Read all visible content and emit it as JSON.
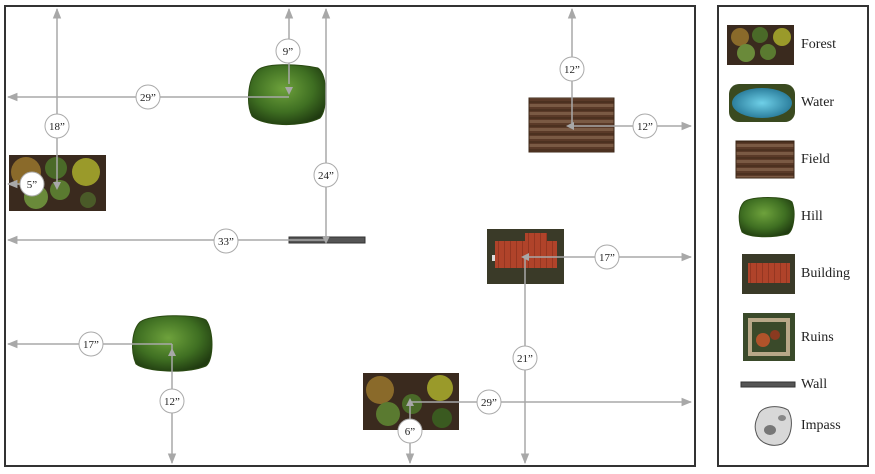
{
  "legend": {
    "items": [
      {
        "id": "forest",
        "label": "Forest",
        "icon": "forest-icon"
      },
      {
        "id": "water",
        "label": "Water",
        "icon": "water-icon"
      },
      {
        "id": "field",
        "label": "Field",
        "icon": "field-icon"
      },
      {
        "id": "hill",
        "label": "Hill",
        "icon": "hill-icon"
      },
      {
        "id": "building",
        "label": "Building",
        "icon": "building-icon"
      },
      {
        "id": "ruins",
        "label": "Ruins",
        "icon": "ruins-icon"
      },
      {
        "id": "wall",
        "label": "Wall",
        "icon": "wall-icon"
      },
      {
        "id": "impass",
        "label": "Impass",
        "icon": "impassable-rock-icon"
      }
    ]
  },
  "measurements": {
    "hill_top_to_edge": "9”",
    "hill_top_to_left": "29”",
    "forest_left_to_top": "18”",
    "forest_left_to_left": "5”",
    "wall_to_top": "24”",
    "wall_to_left": "33”",
    "field_to_top": "12”",
    "field_to_right": "12”",
    "building_to_right": "17”",
    "building_to_bottom": "21”",
    "hill_low_to_left": "17”",
    "hill_low_to_bottom": "12”",
    "forest_low_to_right": "29”",
    "forest_low_to_bottom": "6”"
  },
  "colors": {
    "arrow": "#a8a8a8",
    "border": "#333333",
    "hill": "#3f6f22",
    "field": "#6b4a34",
    "water": "#2f8fb0",
    "roof": "#b0432a"
  }
}
